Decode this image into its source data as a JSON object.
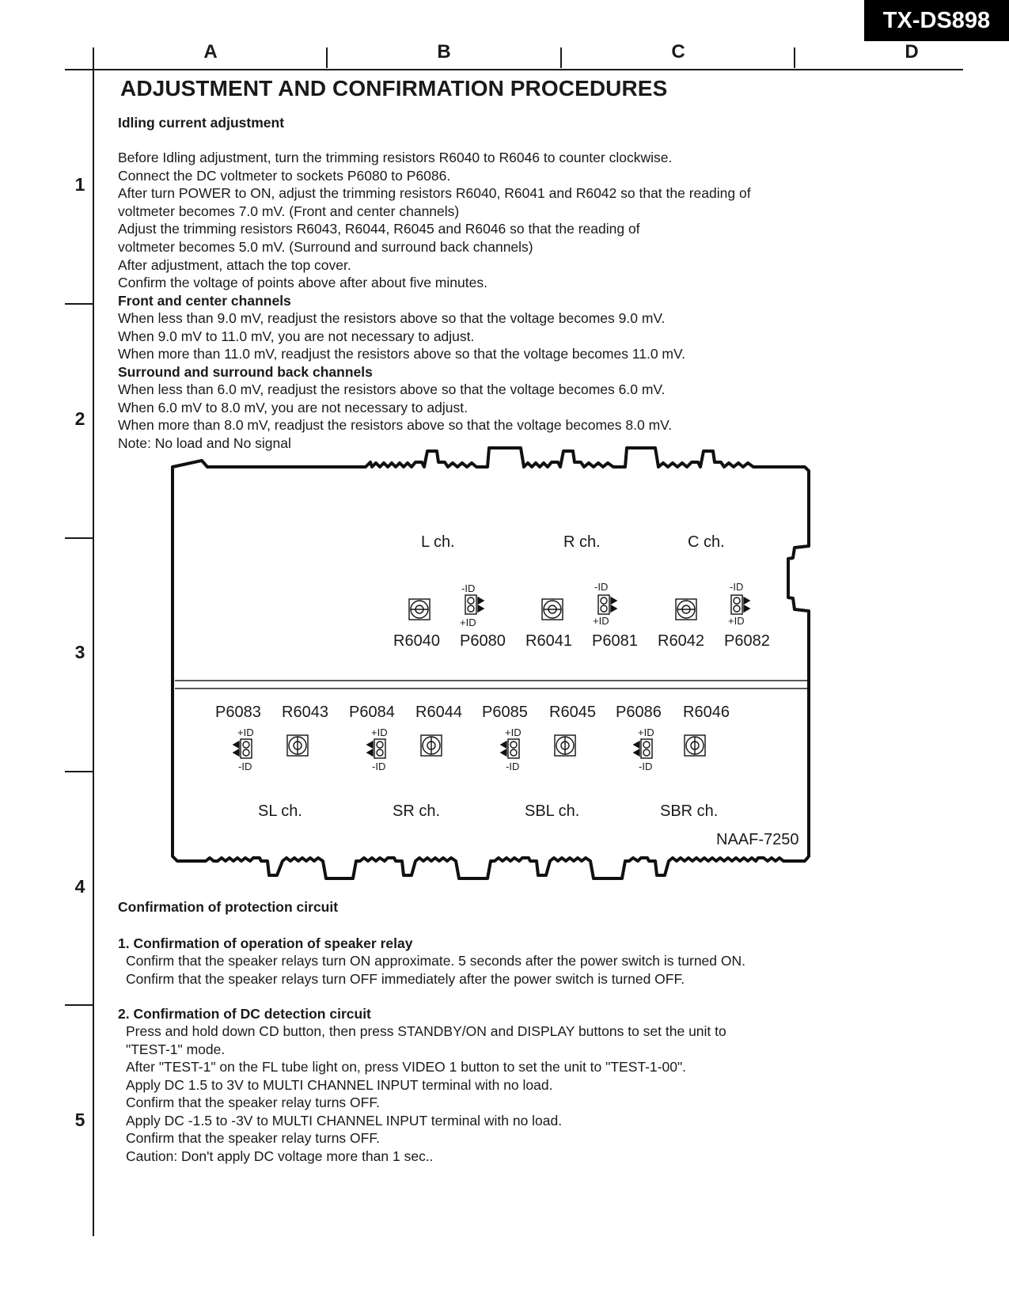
{
  "header": {
    "model": "TX-DS898"
  },
  "grid": {
    "columns": [
      "A",
      "B",
      "C",
      "D"
    ],
    "rows": [
      "1",
      "2",
      "3",
      "4",
      "5"
    ]
  },
  "title": "ADJUSTMENT AND CONFIRMATION PROCEDURES",
  "idling": {
    "heading": "Idling current adjustment",
    "lines": [
      "Before Idling adjustment, turn the trimming resistors R6040 to R6046 to counter clockwise.",
      "Connect  the DC voltmeter to sockets P6080 to P6086.",
      "After turn POWER to ON, adjust the trimming resistors R6040, R6041 and  R6042 so that the reading of",
      "voltmeter becomes 7.0 mV. (Front and center channels)",
      "Adjust the trimming resistors R6043, R6044, R6045 and  R6046 so that the reading of",
      "voltmeter becomes 5.0 mV. (Surround and surround back channels)",
      "After adjustment, attach the top cover.",
      "Confirm the voltage of points above after about five minutes."
    ],
    "front_heading": "Front and center channels",
    "front_lines": [
      "When less than 9.0 mV, readjust the resistors above so that the voltage becomes 9.0 mV.",
      "When 9.0 mV to 11.0 mV, you are not necessary to adjust.",
      "When more than 11.0 mV, readjust the resistors above so that the voltage becomes 11.0 mV."
    ],
    "surround_heading": "Surround and surround back channels",
    "surround_lines": [
      "When less than 6.0 mV, readjust the resistors above so that the voltage becomes 6.0 mV.",
      "When 6.0 mV to 8.0 mV, you are not necessary to adjust.",
      "When more than 8.0 mV, readjust the resistors above so that the voltage becomes 8.0 mV."
    ],
    "note": "Note:  No load and No signal"
  },
  "board": {
    "id": "NAAF-7250",
    "top_channels": [
      "L ch.",
      "R ch.",
      "C ch."
    ],
    "top_parts": [
      "R6040",
      "P6080",
      "R6041",
      "P6081",
      "R6042",
      "P6082"
    ],
    "bottom_parts": [
      "P6083",
      "R6043",
      "P6084",
      "R6044",
      "P6085",
      "R6045",
      "P6086",
      "R6046"
    ],
    "bottom_channels": [
      "SL ch.",
      "SR ch.",
      "SBL ch.",
      "SBR ch."
    ],
    "plus_id": "+ID",
    "minus_id": "-ID"
  },
  "protection": {
    "heading": "Confirmation of protection circuit",
    "relay_heading": "1. Confirmation of operation of speaker relay",
    "relay_lines": [
      "Confirm that the speaker relays turn ON approximate. 5 seconds after the power switch is turned ON.",
      "Confirm that the speaker relays turn OFF immediately after the power switch is turned OFF."
    ],
    "dc_heading": "2. Confirmation of DC detection circuit",
    "dc_lines": [
      "Press and hold down CD button, then press STANDBY/ON and DISPLAY buttons to set the unit to",
      " \"TEST-1\" mode.",
      "After \"TEST-1\" on the FL tube light on,  press VIDEO 1 button to set the unit to \"TEST-1-00\".",
      "Apply DC 1.5 to 3V to MULTI CHANNEL INPUT terminal with no load.",
      "Confirm that the speaker relay turns OFF.",
      "Apply DC -1.5 to -3V to MULTI CHANNEL INPUT terminal with no load.",
      "Confirm that the speaker relay turns OFF.",
      "Caution: Don't apply DC voltage more than 1 sec.."
    ]
  }
}
